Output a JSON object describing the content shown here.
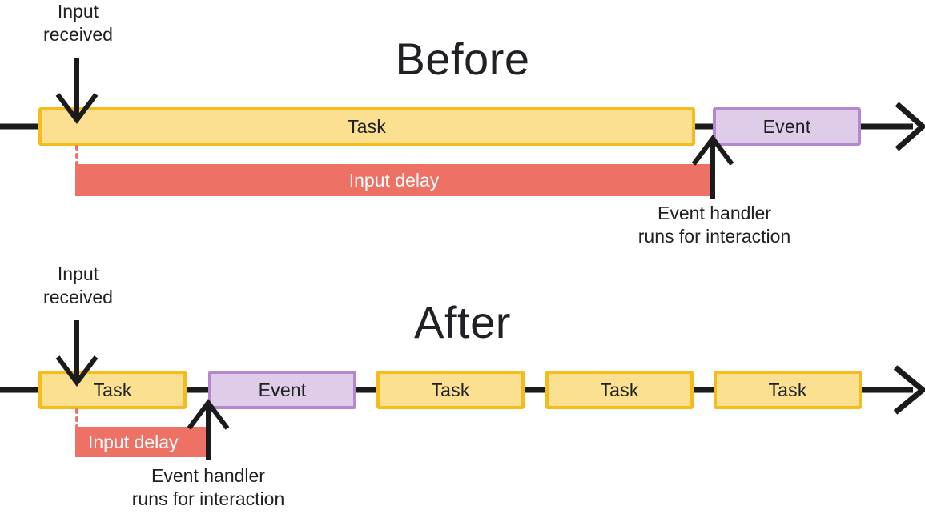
{
  "figure": {
    "type": "timeline-diagram",
    "title_before": "Before",
    "title_after": "After",
    "colors": {
      "task_fill": "#FBE091",
      "task_border": "#F6BC1C",
      "event_fill": "#DFCCE9",
      "event_border": "#B488CF",
      "input_delay": "#EE7165",
      "line": "#1b1b1b",
      "text": "#202124",
      "background": "#ffffff"
    }
  },
  "before": {
    "title": "Before",
    "input_label": "Input\nreceived",
    "handler_label": "Event handler\nruns for interaction",
    "delay_label": "Input delay",
    "blocks": [
      {
        "label": "Task",
        "kind": "task"
      },
      {
        "label": "Event",
        "kind": "event"
      }
    ]
  },
  "after": {
    "title": "After",
    "input_label": "Input\nreceived",
    "handler_label": "Event handler\nruns for interaction",
    "delay_label": "Input delay",
    "blocks": [
      {
        "label": "Task",
        "kind": "task"
      },
      {
        "label": "Event",
        "kind": "event"
      },
      {
        "label": "Task",
        "kind": "task"
      },
      {
        "label": "Task",
        "kind": "task"
      },
      {
        "label": "Task",
        "kind": "task"
      }
    ]
  }
}
